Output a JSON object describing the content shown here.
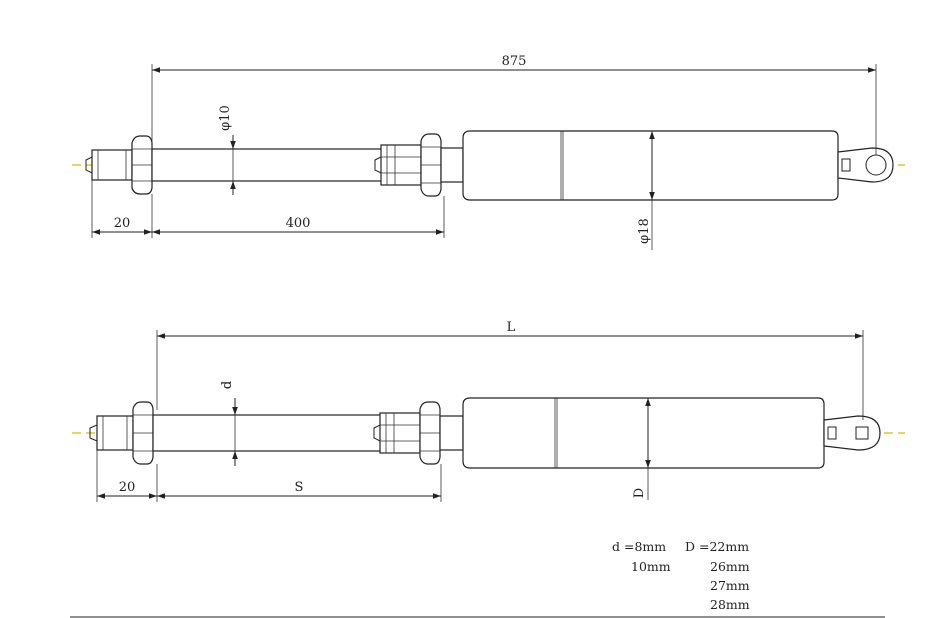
{
  "top_drawing": {
    "overall_length": "875",
    "rod_diameter": "φ10",
    "body_diameter": "φ18",
    "end_length": "20",
    "stroke": "400"
  },
  "bottom_drawing": {
    "overall_length": "L",
    "rod_diameter": "d",
    "body_diameter": "D",
    "end_length": "20",
    "stroke": "S"
  },
  "specs": {
    "d_label": "d =8mm",
    "d_values": [
      "10mm"
    ],
    "D_label": "D =22mm",
    "D_values": [
      "26mm",
      "27mm",
      "28mm"
    ]
  },
  "colors": {
    "line": "#222222",
    "centerline": "#e8b400"
  }
}
